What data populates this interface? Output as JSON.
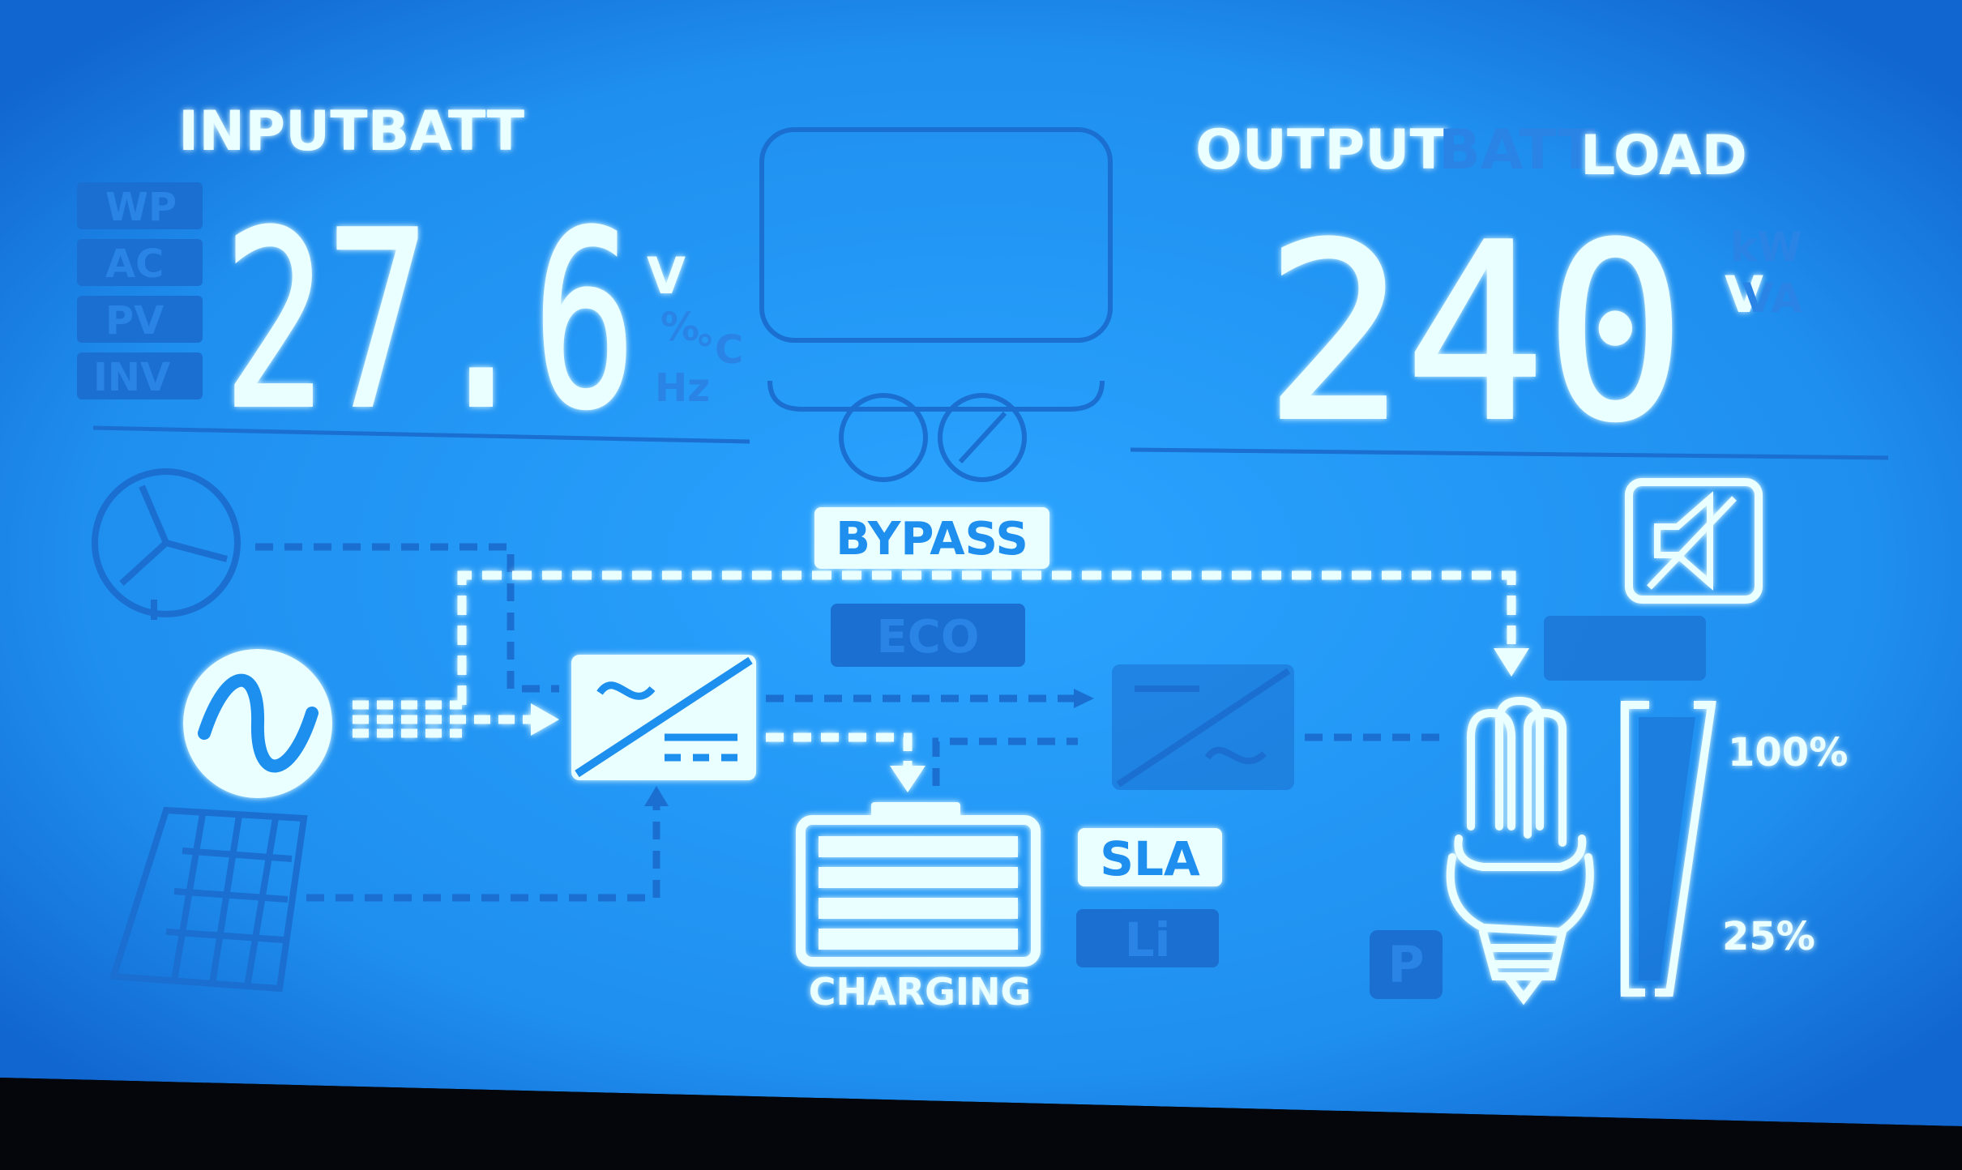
{
  "input_display": {
    "label": "INPUTBATT",
    "value": "27.6",
    "unit": "V",
    "ghost_modes": [
      "WP",
      "AC",
      "PV",
      "INV"
    ],
    "ghost_units": [
      "%",
      "°C",
      "Hz"
    ]
  },
  "output_display": {
    "label": "OUTPUT",
    "ghost_label": "BATT",
    "load_label": "LOAD",
    "value": "240",
    "unit": "V",
    "ghost_units": [
      "kW",
      "VA"
    ]
  },
  "flow": {
    "bypass_label": "BYPASS",
    "eco_label": "ECO",
    "charging_label": "CHARGING",
    "battery_type_active": "SLA",
    "battery_type_inactive": "Li",
    "program_label": "P"
  },
  "load_meter": {
    "top_label": "100%",
    "bottom_label": "25%",
    "level_percent": 25
  },
  "icons": {
    "mute": "speaker-mute-icon",
    "grid": "ac-wave-icon",
    "wind": "wind-turbine-icon",
    "solar": "solar-panel-icon",
    "rectifier": "ac-dc-converter-icon",
    "inverter": "dc-ac-inverter-icon",
    "battery": "battery-icon",
    "load": "cfl-bulb-icon"
  },
  "colors": {
    "lcd_background": "#1f8fef",
    "lit_segment": "#eaffff",
    "unlit_segment": "#1a6fd0",
    "label_badge_text": "#1f8fef",
    "bezel": "#05060b"
  }
}
